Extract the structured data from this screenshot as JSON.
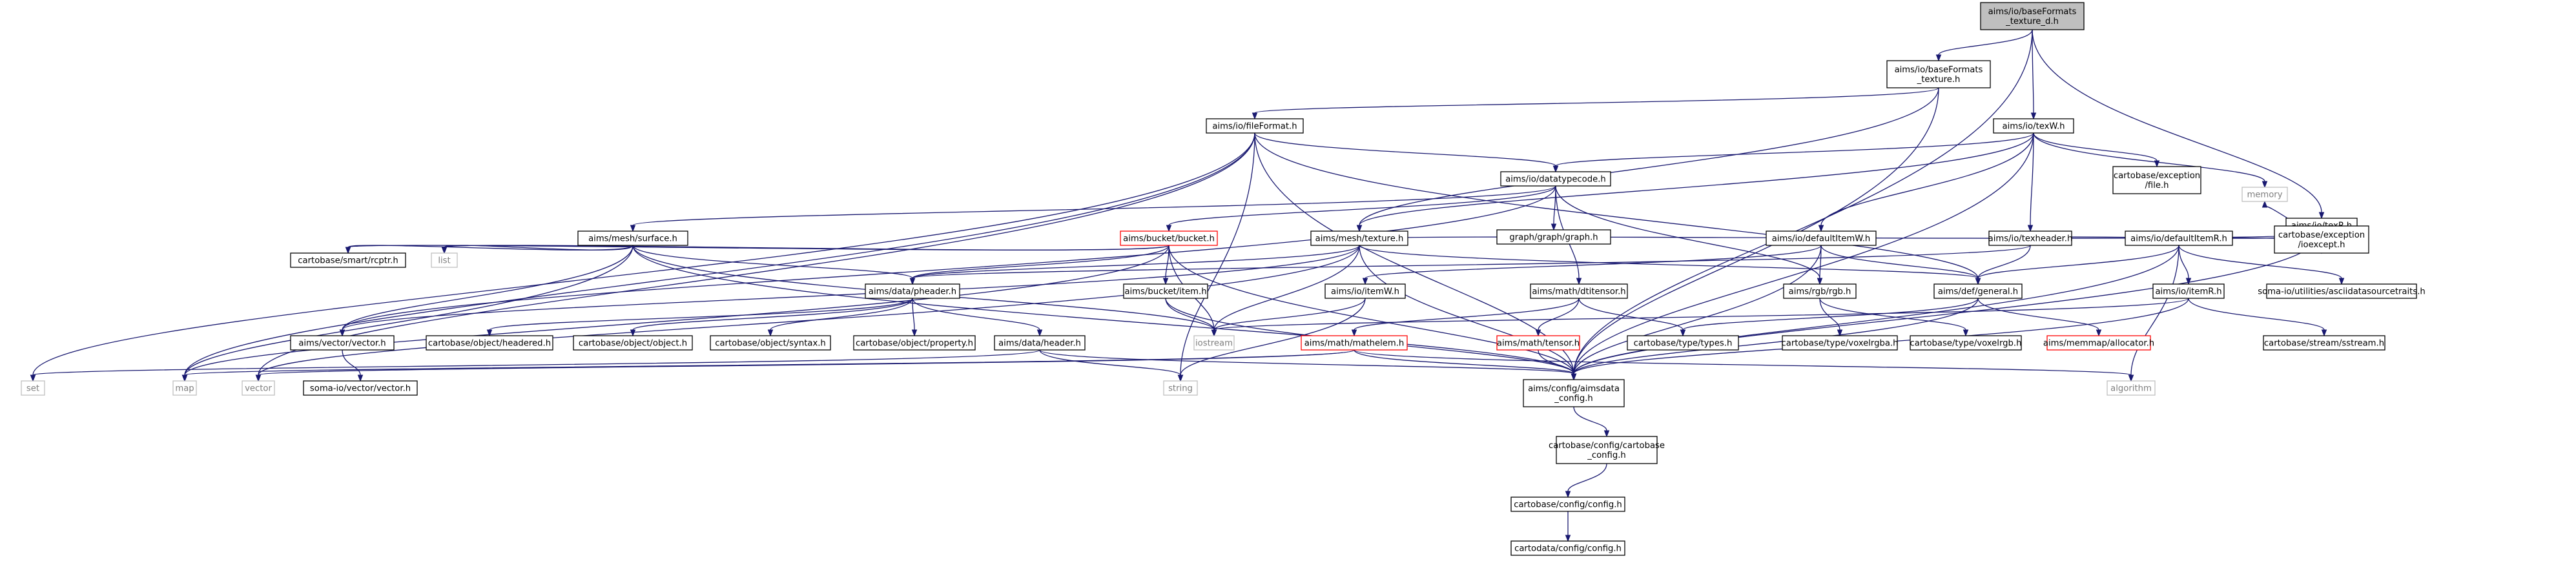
{
  "colors": {
    "edge": "#191970",
    "node_border": "#000000",
    "external_border": "#bfbfbf",
    "external_text": "#7f7f7f",
    "missing_border": "#ff0000",
    "root_fill": "#bfbfbf"
  },
  "nodes": [
    {
      "id": "root",
      "kind": "root",
      "lines": [
        "aims/io/baseFormats",
        "_texture_d.h"
      ]
    },
    {
      "id": "bft",
      "kind": "norm",
      "lines": [
        "aims/io/baseFormats",
        "_texture.h"
      ]
    },
    {
      "id": "texw",
      "kind": "norm",
      "lines": [
        "aims/io/texW.h"
      ]
    },
    {
      "id": "fileformat",
      "kind": "norm",
      "lines": [
        "aims/io/fileFormat.h"
      ]
    },
    {
      "id": "texr",
      "kind": "norm",
      "lines": [
        "aims/io/texR.h"
      ]
    },
    {
      "id": "datatypecode",
      "kind": "norm",
      "lines": [
        "aims/io/datatypecode.h"
      ]
    },
    {
      "id": "cexcfile",
      "kind": "norm",
      "lines": [
        "cartobase/exception",
        "/file.h"
      ]
    },
    {
      "id": "cexcio",
      "kind": "norm",
      "lines": [
        "cartobase/exception",
        "/ioexcept.h"
      ]
    },
    {
      "id": "memory",
      "kind": "ext",
      "lines": [
        "memory"
      ]
    },
    {
      "id": "surface",
      "kind": "norm",
      "lines": [
        "aims/mesh/surface.h"
      ]
    },
    {
      "id": "bucket",
      "kind": "red",
      "lines": [
        "aims/bucket/bucket.h"
      ]
    },
    {
      "id": "meshtex",
      "kind": "norm",
      "lines": [
        "aims/mesh/texture.h"
      ]
    },
    {
      "id": "graph",
      "kind": "norm",
      "lines": [
        "graph/graph/graph.h"
      ]
    },
    {
      "id": "defitemw",
      "kind": "norm",
      "lines": [
        "aims/io/defaultItemW.h"
      ]
    },
    {
      "id": "texheader",
      "kind": "norm",
      "lines": [
        "aims/io/texheader.h"
      ]
    },
    {
      "id": "defitemr",
      "kind": "norm",
      "lines": [
        "aims/io/defaultItemR.h"
      ]
    },
    {
      "id": "rcptr",
      "kind": "norm",
      "lines": [
        "cartobase/smart/rcptr.h"
      ]
    },
    {
      "id": "list",
      "kind": "ext",
      "lines": [
        "list"
      ]
    },
    {
      "id": "pheader",
      "kind": "norm",
      "lines": [
        "aims/data/pheader.h"
      ]
    },
    {
      "id": "item",
      "kind": "norm",
      "lines": [
        "aims/bucket/item.h"
      ]
    },
    {
      "id": "itemw",
      "kind": "norm",
      "lines": [
        "aims/io/itemW.h"
      ]
    },
    {
      "id": "dtitensor",
      "kind": "norm",
      "lines": [
        "aims/math/dtitensor.h"
      ]
    },
    {
      "id": "rgb",
      "kind": "norm",
      "lines": [
        "aims/rgb/rgb.h"
      ]
    },
    {
      "id": "general",
      "kind": "norm",
      "lines": [
        "aims/def/general.h"
      ]
    },
    {
      "id": "itemr",
      "kind": "norm",
      "lines": [
        "aims/io/itemR.h"
      ]
    },
    {
      "id": "asciitraits",
      "kind": "norm",
      "lines": [
        "soma-io/utilities/asciidatasourcetraits.h"
      ]
    },
    {
      "id": "vectorh",
      "kind": "norm",
      "lines": [
        "aims/vector/vector.h"
      ]
    },
    {
      "id": "headered",
      "kind": "norm",
      "lines": [
        "cartobase/object/headered.h"
      ]
    },
    {
      "id": "object",
      "kind": "norm",
      "lines": [
        "cartobase/object/object.h"
      ]
    },
    {
      "id": "syntax",
      "kind": "norm",
      "lines": [
        "cartobase/object/syntax.h"
      ]
    },
    {
      "id": "property",
      "kind": "norm",
      "lines": [
        "cartobase/object/property.h"
      ]
    },
    {
      "id": "header",
      "kind": "norm",
      "lines": [
        "aims/data/header.h"
      ]
    },
    {
      "id": "iostream",
      "kind": "ext",
      "lines": [
        "iostream"
      ]
    },
    {
      "id": "mathelem",
      "kind": "red",
      "lines": [
        "aims/math/mathelem.h"
      ]
    },
    {
      "id": "tensor",
      "kind": "red",
      "lines": [
        "aims/math/tensor.h"
      ]
    },
    {
      "id": "types",
      "kind": "norm",
      "lines": [
        "cartobase/type/types.h"
      ]
    },
    {
      "id": "voxelrgba",
      "kind": "norm",
      "lines": [
        "cartobase/type/voxelrgba.h"
      ]
    },
    {
      "id": "voxelrgb",
      "kind": "norm",
      "lines": [
        "cartobase/type/voxelrgb.h"
      ]
    },
    {
      "id": "allocator",
      "kind": "red",
      "lines": [
        "aims/memmap/allocator.h"
      ]
    },
    {
      "id": "sstream",
      "kind": "norm",
      "lines": [
        "cartobase/stream/sstream.h"
      ]
    },
    {
      "id": "set",
      "kind": "ext",
      "lines": [
        "set"
      ]
    },
    {
      "id": "map",
      "kind": "ext",
      "lines": [
        "map"
      ]
    },
    {
      "id": "vector",
      "kind": "ext",
      "lines": [
        "vector"
      ]
    },
    {
      "id": "somavector",
      "kind": "norm",
      "lines": [
        "soma-io/vector/vector.h"
      ]
    },
    {
      "id": "string",
      "kind": "ext",
      "lines": [
        "string"
      ]
    },
    {
      "id": "aimsdata",
      "kind": "norm",
      "lines": [
        "aims/config/aimsdata",
        "_config.h"
      ]
    },
    {
      "id": "algorithm",
      "kind": "ext",
      "lines": [
        "algorithm"
      ]
    },
    {
      "id": "cbconfig",
      "kind": "norm",
      "lines": [
        "cartobase/config/cartobase",
        "_config.h"
      ]
    },
    {
      "id": "cbconfigh",
      "kind": "norm",
      "lines": [
        "cartobase/config/config.h"
      ]
    },
    {
      "id": "cdconfig",
      "kind": "norm",
      "lines": [
        "cartodata/config/config.h"
      ]
    }
  ],
  "edges": [
    [
      "root",
      "bft"
    ],
    [
      "root",
      "texw"
    ],
    [
      "root",
      "texr"
    ],
    [
      "root",
      "aimsdata"
    ],
    [
      "bft",
      "fileformat"
    ],
    [
      "bft",
      "meshtex"
    ],
    [
      "bft",
      "aimsdata"
    ],
    [
      "fileformat",
      "datatypecode"
    ],
    [
      "fileformat",
      "general"
    ],
    [
      "fileformat",
      "aimsdata"
    ],
    [
      "fileformat",
      "set"
    ],
    [
      "fileformat",
      "map"
    ],
    [
      "fileformat",
      "vector"
    ],
    [
      "fileformat",
      "string"
    ],
    [
      "texw",
      "datatypecode"
    ],
    [
      "texw",
      "cexcfile"
    ],
    [
      "texw",
      "memory"
    ],
    [
      "texw",
      "meshtex"
    ],
    [
      "texw",
      "defitemw"
    ],
    [
      "texw",
      "texheader"
    ],
    [
      "texw",
      "aimsdata"
    ],
    [
      "texr",
      "memory"
    ],
    [
      "texr",
      "meshtex"
    ],
    [
      "texr",
      "texheader"
    ],
    [
      "texr",
      "defitemr"
    ],
    [
      "texr",
      "cexcio"
    ],
    [
      "texr",
      "aimsdata"
    ],
    [
      "datatypecode",
      "surface"
    ],
    [
      "datatypecode",
      "bucket"
    ],
    [
      "datatypecode",
      "graph"
    ],
    [
      "datatypecode",
      "dtitensor"
    ],
    [
      "datatypecode",
      "rgb"
    ],
    [
      "datatypecode",
      "vectorh"
    ],
    [
      "surface",
      "rcptr"
    ],
    [
      "surface",
      "list"
    ],
    [
      "surface",
      "pheader"
    ],
    [
      "surface",
      "vectorh"
    ],
    [
      "surface",
      "map"
    ],
    [
      "surface",
      "aimsdata"
    ],
    [
      "surface",
      "iostream"
    ],
    [
      "bucket",
      "rcptr"
    ],
    [
      "bucket",
      "pheader"
    ],
    [
      "bucket",
      "item"
    ],
    [
      "bucket",
      "iostream"
    ],
    [
      "bucket",
      "list"
    ],
    [
      "bucket",
      "map"
    ],
    [
      "bucket",
      "aimsdata"
    ],
    [
      "meshtex",
      "pheader"
    ],
    [
      "meshtex",
      "general"
    ],
    [
      "meshtex",
      "iostream"
    ],
    [
      "meshtex",
      "vector"
    ],
    [
      "meshtex",
      "vectorh"
    ],
    [
      "meshtex",
      "aimsdata"
    ],
    [
      "defitemw",
      "itemw"
    ],
    [
      "defitemw",
      "rgb"
    ],
    [
      "defitemw",
      "general"
    ],
    [
      "defitemw",
      "aimsdata"
    ],
    [
      "texheader",
      "pheader"
    ],
    [
      "texheader",
      "general"
    ],
    [
      "defitemr",
      "itemr"
    ],
    [
      "defitemr",
      "general"
    ],
    [
      "defitemr",
      "asciitraits"
    ],
    [
      "defitemr",
      "aimsdata"
    ],
    [
      "defitemr",
      "algorithm"
    ],
    [
      "pheader",
      "headered"
    ],
    [
      "pheader",
      "object"
    ],
    [
      "pheader",
      "syntax"
    ],
    [
      "pheader",
      "property"
    ],
    [
      "pheader",
      "header"
    ],
    [
      "item",
      "iostream"
    ],
    [
      "item",
      "aimsdata"
    ],
    [
      "itemw",
      "iostream"
    ],
    [
      "itemw",
      "string"
    ],
    [
      "dtitensor",
      "mathelem"
    ],
    [
      "dtitensor",
      "tensor"
    ],
    [
      "dtitensor",
      "types"
    ],
    [
      "rgb",
      "voxelrgba"
    ],
    [
      "rgb",
      "voxelrgb"
    ],
    [
      "general",
      "types"
    ],
    [
      "general",
      "allocator"
    ],
    [
      "general",
      "aimsdata"
    ],
    [
      "itemr",
      "iostream"
    ],
    [
      "itemr",
      "sstream"
    ],
    [
      "itemr",
      "aimsdata"
    ],
    [
      "vectorh",
      "somavector"
    ],
    [
      "header",
      "string"
    ],
    [
      "header",
      "set"
    ],
    [
      "header",
      "aimsdata"
    ],
    [
      "mathelem",
      "map"
    ],
    [
      "mathelem",
      "vector"
    ],
    [
      "mathelem",
      "aimsdata"
    ],
    [
      "mathelem",
      "algorithm"
    ],
    [
      "tensor",
      "aimsdata"
    ],
    [
      "aimsdata",
      "cbconfig"
    ],
    [
      "cbconfig",
      "cbconfigh"
    ],
    [
      "cbconfigh",
      "cdconfig"
    ]
  ]
}
